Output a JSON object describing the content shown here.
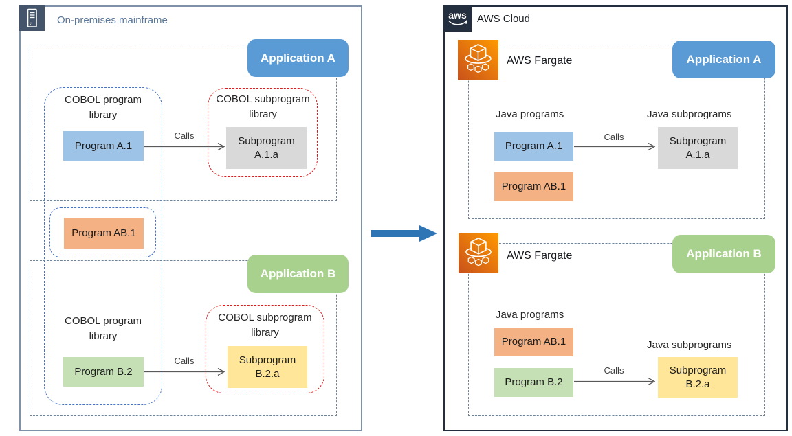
{
  "onprem": {
    "title": "On-premises mainframe",
    "app_a": {
      "badge": "Application A",
      "program_library": "COBOL program library",
      "subprogram_library": "COBOL subprogram library",
      "program": "Program A.1",
      "subprogram": "Subprogram A.1.a",
      "calls": "Calls"
    },
    "shared": {
      "program": "Program AB.1"
    },
    "app_b": {
      "badge": "Application B",
      "program_library": "COBOL program library",
      "subprogram_library": "COBOL subprogram library",
      "program": "Program B.2",
      "subprogram": "Subprogram B.2.a",
      "calls": "Calls"
    }
  },
  "aws": {
    "logo": "aws",
    "title": "AWS Cloud",
    "app_a": {
      "service": "AWS Fargate",
      "badge": "Application A",
      "programs_label": "Java programs",
      "subprograms_label": "Java subprograms",
      "programs": [
        "Program A.1",
        "Program AB.1"
      ],
      "subprogram": "Subprogram A.1.a",
      "calls": "Calls"
    },
    "app_b": {
      "service": "AWS Fargate",
      "badge": "Application B",
      "programs_label": "Java programs",
      "subprograms_label": "Java subprograms",
      "programs": [
        "Program AB.1",
        "Program B.2"
      ],
      "subprogram": "Subprogram B.2.a",
      "calls": "Calls"
    }
  },
  "colors": {
    "badge_blue": "#5b9bd5",
    "badge_green": "#a9d18e",
    "program_blue": "#9dc3e6",
    "program_orange": "#f4b183",
    "program_green": "#c5e0b4",
    "subprogram_gray": "#d9d9d9",
    "subprogram_yellow": "#ffe699",
    "blue_dash": "#4472c4",
    "red_dash": "#e01b1b",
    "slate_dash": "#6e8299",
    "aws_dark": "#232f3e",
    "fargate_orange_1": "#c8511b",
    "fargate_orange_2": "#ff9900",
    "migration_arrow": "#2e75b6"
  }
}
